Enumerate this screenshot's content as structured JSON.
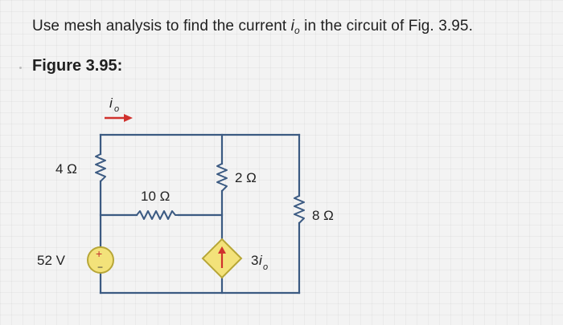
{
  "question": {
    "prefix": "Use mesh analysis to find the current ",
    "var": "i",
    "sub": "o",
    "suffix": " in the circuit of Fig. 3.95."
  },
  "figure": {
    "title": "Figure 3.95:",
    "current_label": {
      "var": "i",
      "sub": "o"
    },
    "resistors": {
      "r4": "4 Ω",
      "r10": "10 Ω",
      "r2": "2 Ω",
      "r8": "8 Ω"
    },
    "voltage_source": {
      "label": "52 V",
      "plus": "+",
      "minus": "−"
    },
    "dependent_source": {
      "coef": "3",
      "var": "i",
      "sub": "o"
    },
    "colors": {
      "wire": "#3b5a82",
      "source_fill": "#f3e27a",
      "source_stroke": "#b7a637",
      "arrow": "#d0312d"
    }
  }
}
